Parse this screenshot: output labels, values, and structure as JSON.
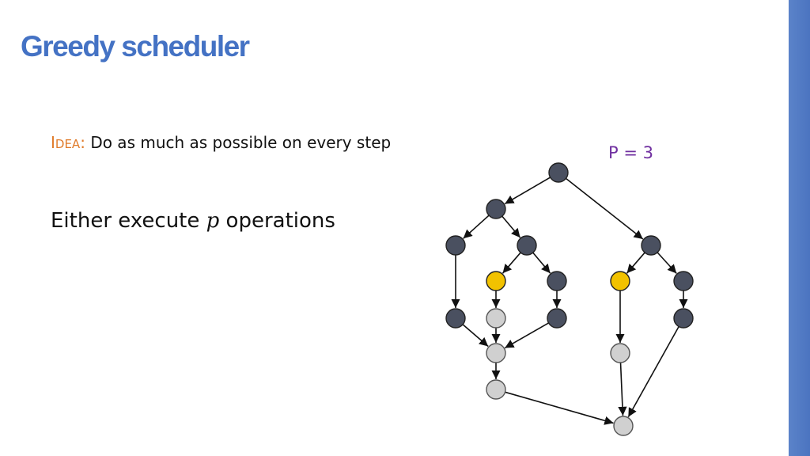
{
  "slide": {
    "title": "Greedy scheduler",
    "idea_label_first": "I",
    "idea_label_rest": "DEA",
    "idea_colon": ":",
    "idea_text": "Do as much as possible on every step",
    "either_prefix": "Either execute ",
    "either_var": "p",
    "either_suffix": " operations",
    "p_label": "P = 3"
  },
  "colors": {
    "title": "#4472c4",
    "idea_label": "#e07b2a",
    "p_label": "#7030a0",
    "accent_bar": "#4b74c0",
    "node_done": "#4a5060",
    "node_ready": "#f2c200",
    "node_pending": "#d0d0d0"
  },
  "diagram": {
    "nodes": [
      {
        "id": "root",
        "state": "done"
      },
      {
        "id": "L",
        "state": "done"
      },
      {
        "id": "R",
        "state": "done"
      },
      {
        "id": "LL",
        "state": "done"
      },
      {
        "id": "LR",
        "state": "done"
      },
      {
        "id": "LRa",
        "state": "ready"
      },
      {
        "id": "LRb",
        "state": "done"
      },
      {
        "id": "RL",
        "state": "ready"
      },
      {
        "id": "RR",
        "state": "done"
      },
      {
        "id": "LL2",
        "state": "done"
      },
      {
        "id": "LRa2",
        "state": "pending"
      },
      {
        "id": "LRb2",
        "state": "done"
      },
      {
        "id": "RR2",
        "state": "done"
      },
      {
        "id": "J1",
        "state": "pending"
      },
      {
        "id": "J2",
        "state": "pending"
      },
      {
        "id": "RL2",
        "state": "pending"
      },
      {
        "id": "final",
        "state": "pending"
      }
    ],
    "edges": [
      [
        "root",
        "L"
      ],
      [
        "root",
        "R"
      ],
      [
        "L",
        "LL"
      ],
      [
        "L",
        "LR"
      ],
      [
        "LR",
        "LRa"
      ],
      [
        "LR",
        "LRb"
      ],
      [
        "R",
        "RL"
      ],
      [
        "R",
        "RR"
      ],
      [
        "LL",
        "LL2"
      ],
      [
        "LRa",
        "LRa2"
      ],
      [
        "LRb",
        "LRb2"
      ],
      [
        "LL2",
        "J1"
      ],
      [
        "LRa2",
        "J1"
      ],
      [
        "LRb2",
        "J1"
      ],
      [
        "J1",
        "J2"
      ],
      [
        "RL",
        "RL2"
      ],
      [
        "RR",
        "RR2"
      ],
      [
        "J2",
        "final"
      ],
      [
        "RL2",
        "final"
      ],
      [
        "RR2",
        "final"
      ]
    ]
  }
}
